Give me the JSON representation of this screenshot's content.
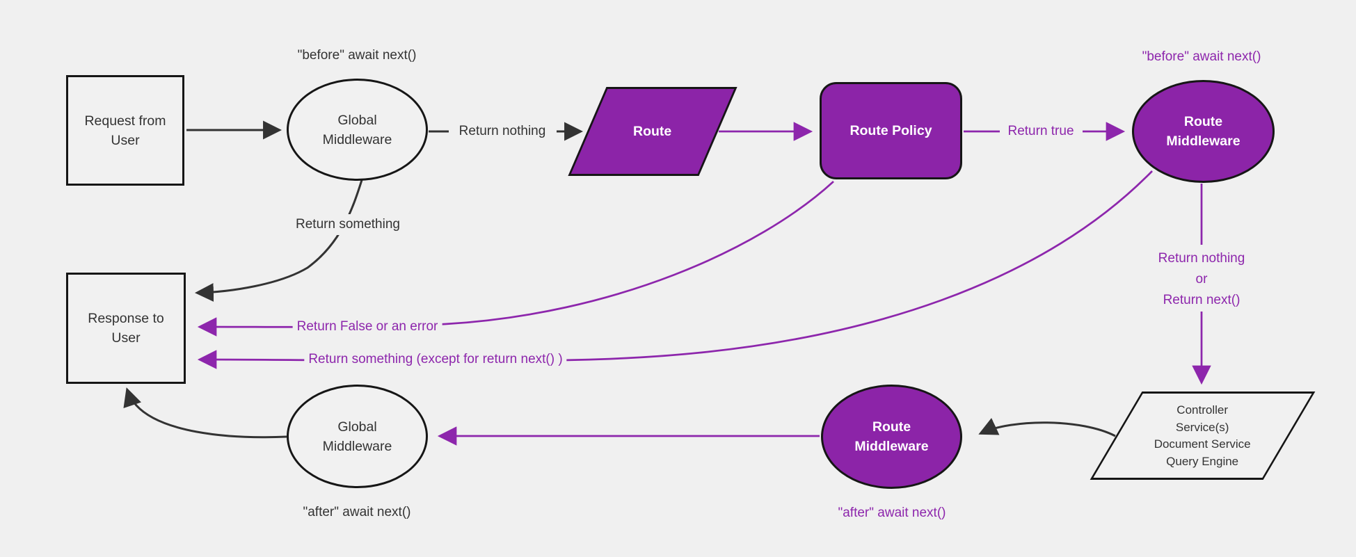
{
  "diagram": {
    "type": "flowchart",
    "theme": {
      "background": "#f0f0f0",
      "purple_accent": "#8d26ac",
      "purple_node_fill": "#8c24a8",
      "dark_text": "#333333",
      "node_border": "#161616"
    },
    "nodes": {
      "request_from_user": "Request from\nUser",
      "global_middleware_top": "Global\nMiddleware",
      "route": "Route",
      "route_policy": "Route Policy",
      "route_middleware_top": "Route\nMiddleware",
      "controller_services": "Controller\nService(s)\nDocument Service\nQuery Engine",
      "route_middleware_bottom": "Route\nMiddleware",
      "global_middleware_bottom": "Global\nMiddleware",
      "response_to_user": "Response to\nUser"
    },
    "edge_labels": {
      "before_await_next_global": "\"before\" await next()",
      "return_nothing": "Return nothing",
      "return_something": "Return something",
      "return_true": "Return true",
      "before_await_next_route": "\"before\" await next()",
      "return_nothing_or_next": "Return nothing\nor\nReturn next()",
      "return_false_or_error": "Return False or an error",
      "return_something_except": "Return something (except for return next() )",
      "after_await_next_route": "\"after\" await next()",
      "after_await_next_global": "\"after\" await next()"
    }
  }
}
